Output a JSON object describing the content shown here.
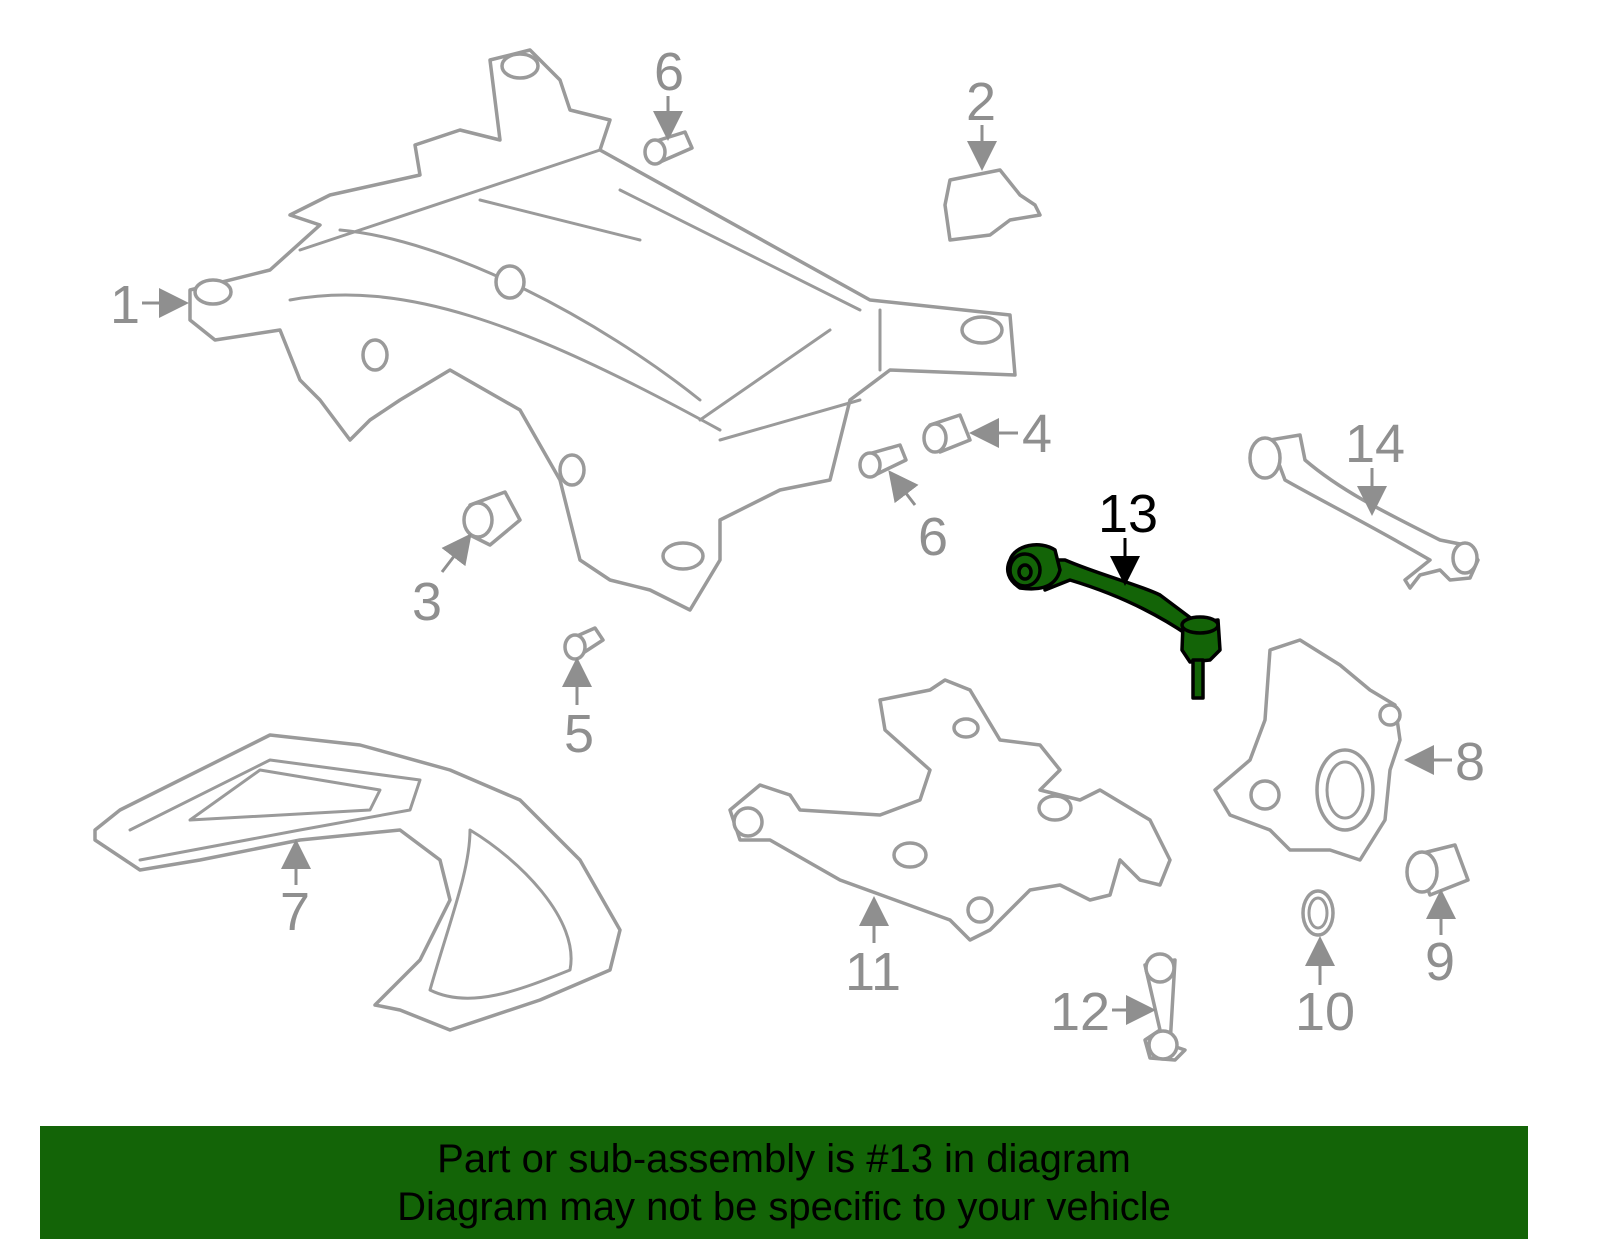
{
  "diagram": {
    "title": "Rear suspension parts diagram",
    "highlight_color": "#136407",
    "part_color": "#9a9a9a",
    "labels": [
      "1",
      "2",
      "3",
      "4",
      "5",
      "6",
      "6",
      "7",
      "8",
      "9",
      "10",
      "11",
      "12",
      "13",
      "14"
    ],
    "selected_part": "13"
  },
  "banner": {
    "line1": "Part or sub-assembly is #13 in diagram",
    "line2": "Diagram may not be specific to your vehicle",
    "color": "#136407"
  }
}
